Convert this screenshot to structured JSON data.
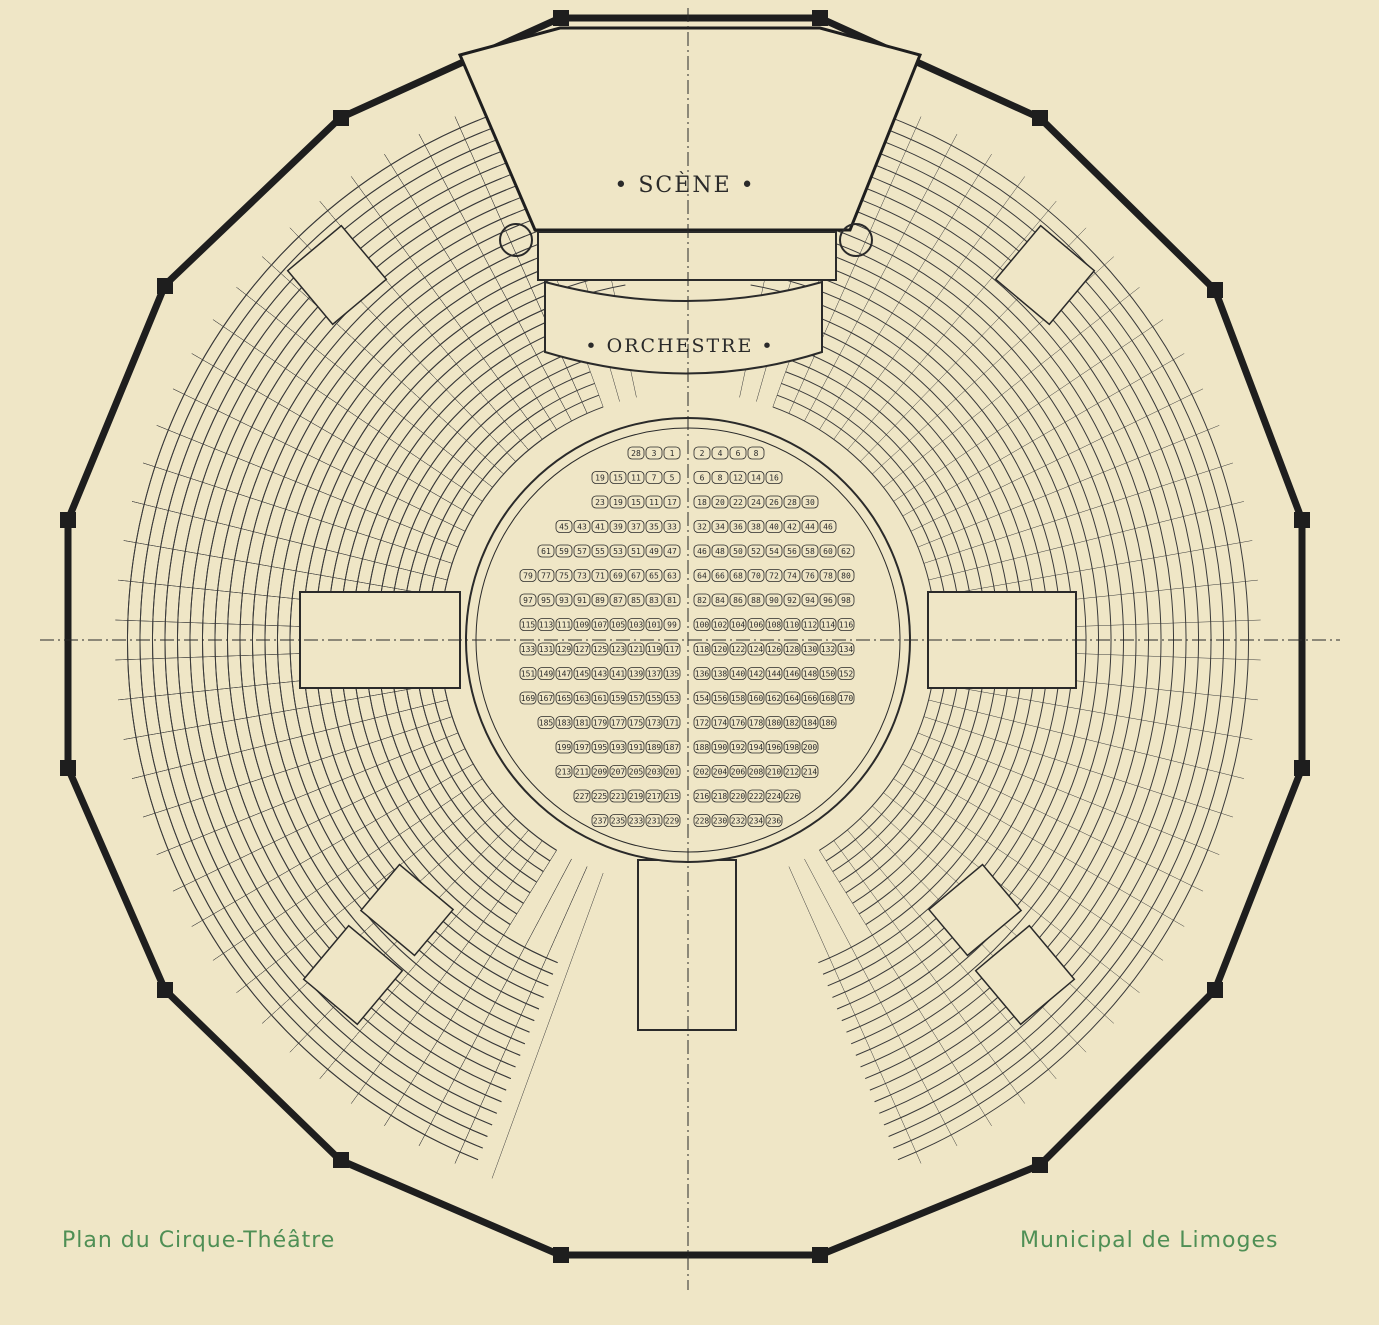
{
  "plan": {
    "stage_label": "• SCÈNE •",
    "orchestra_label": "• ORCHESTRE •"
  },
  "captions": {
    "left": "Plan du Cirque-Théâtre",
    "right": "Municipal de Limoges"
  },
  "arena_rows": [
    {
      "left": [
        "28",
        "3",
        "1"
      ],
      "right": [
        "2",
        "4",
        "6",
        "8"
      ]
    },
    {
      "left": [
        "19",
        "15",
        "11",
        "7",
        "5"
      ],
      "right": [
        "6",
        "8",
        "12",
        "14",
        "16"
      ]
    },
    {
      "left": [
        "23",
        "19",
        "15",
        "11",
        "17"
      ],
      "right": [
        "18",
        "20",
        "22",
        "24",
        "26",
        "28",
        "30"
      ]
    },
    {
      "left": [
        "45",
        "43",
        "41",
        "39",
        "37",
        "35",
        "33"
      ],
      "right": [
        "32",
        "34",
        "36",
        "38",
        "40",
        "42",
        "44",
        "46"
      ]
    },
    {
      "left": [
        "61",
        "59",
        "57",
        "55",
        "53",
        "51",
        "49",
        "47"
      ],
      "right": [
        "46",
        "48",
        "50",
        "52",
        "54",
        "56",
        "58",
        "60",
        "62"
      ]
    },
    {
      "left": [
        "79",
        "77",
        "75",
        "73",
        "71",
        "69",
        "67",
        "65",
        "63"
      ],
      "right": [
        "64",
        "66",
        "68",
        "70",
        "72",
        "74",
        "76",
        "78",
        "80"
      ]
    },
    {
      "left": [
        "97",
        "95",
        "93",
        "91",
        "89",
        "87",
        "85",
        "83",
        "81"
      ],
      "right": [
        "82",
        "84",
        "86",
        "88",
        "90",
        "92",
        "94",
        "96",
        "98"
      ]
    },
    {
      "left": [
        "115",
        "113",
        "111",
        "109",
        "107",
        "105",
        "103",
        "101",
        "99"
      ],
      "right": [
        "100",
        "102",
        "104",
        "106",
        "108",
        "110",
        "112",
        "114",
        "116"
      ]
    },
    {
      "left": [
        "133",
        "131",
        "129",
        "127",
        "125",
        "123",
        "121",
        "119",
        "117"
      ],
      "right": [
        "118",
        "120",
        "122",
        "124",
        "126",
        "128",
        "130",
        "132",
        "134"
      ]
    },
    {
      "left": [
        "151",
        "149",
        "147",
        "145",
        "143",
        "141",
        "139",
        "137",
        "135"
      ],
      "right": [
        "136",
        "138",
        "140",
        "142",
        "144",
        "146",
        "148",
        "150",
        "152"
      ]
    },
    {
      "left": [
        "169",
        "167",
        "165",
        "163",
        "161",
        "159",
        "157",
        "155",
        "153"
      ],
      "right": [
        "154",
        "156",
        "158",
        "160",
        "162",
        "164",
        "166",
        "168",
        "170"
      ]
    },
    {
      "left": [
        "185",
        "183",
        "181",
        "179",
        "177",
        "175",
        "173",
        "171"
      ],
      "right": [
        "172",
        "174",
        "176",
        "178",
        "180",
        "182",
        "184",
        "186"
      ]
    },
    {
      "left": [
        "199",
        "197",
        "195",
        "193",
        "191",
        "189",
        "187"
      ],
      "right": [
        "188",
        "190",
        "192",
        "194",
        "196",
        "198",
        "200"
      ]
    },
    {
      "left": [
        "213",
        "211",
        "209",
        "207",
        "205",
        "203",
        "201"
      ],
      "right": [
        "202",
        "204",
        "206",
        "208",
        "210",
        "212",
        "214"
      ]
    },
    {
      "left": [
        "227",
        "225",
        "221",
        "219",
        "217",
        "215"
      ],
      "right": [
        "216",
        "218",
        "220",
        "222",
        "224",
        "226"
      ]
    },
    {
      "left": [
        "237",
        "235",
        "233",
        "231",
        "229"
      ],
      "right": [
        "228",
        "230",
        "232",
        "234",
        "236"
      ]
    }
  ],
  "colors": {
    "paper": "#efe6c6",
    "ink": "#2a2a2a",
    "caption_green": "#4f8f55"
  }
}
